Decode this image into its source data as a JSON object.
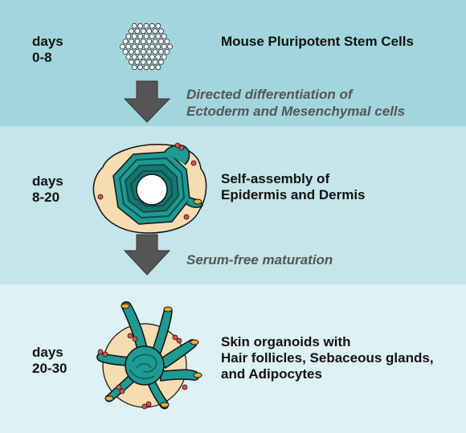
{
  "stages": [
    {
      "days_line1": "days",
      "days_line2": "0-8",
      "title_lines": [
        "Mouse Pluripotent Stem Cells"
      ]
    },
    {
      "days_line1": "days",
      "days_line2": "8-20",
      "title_lines": [
        "Self-assembly of",
        "Epidermis and Dermis"
      ]
    },
    {
      "days_line1": "days",
      "days_line2": "20-30",
      "title_lines": [
        "Skin organoids with",
        "Hair follicles, Sebaceous glands,",
        "and Adipocytes"
      ]
    }
  ],
  "transitions": [
    {
      "lines": [
        "Directed differentiation of",
        "Ectoderm and Mesenchymal cells"
      ]
    },
    {
      "lines": [
        "Serum-free maturation"
      ]
    }
  ],
  "colors": {
    "band1": "#a2d6dc",
    "band2": "#c4e5ea",
    "band3": "#def1f5",
    "arrow": "#555555",
    "teal": "#1f9a92",
    "dark_teal": "#0f4d49",
    "tissue": "#f7dcb2",
    "gland": "#f0a830",
    "adipocyte": "#d9534f"
  },
  "icons": [
    "stem-cell-cluster",
    "down-arrow",
    "epidermis-dermis-aggregate",
    "skin-organoid"
  ]
}
